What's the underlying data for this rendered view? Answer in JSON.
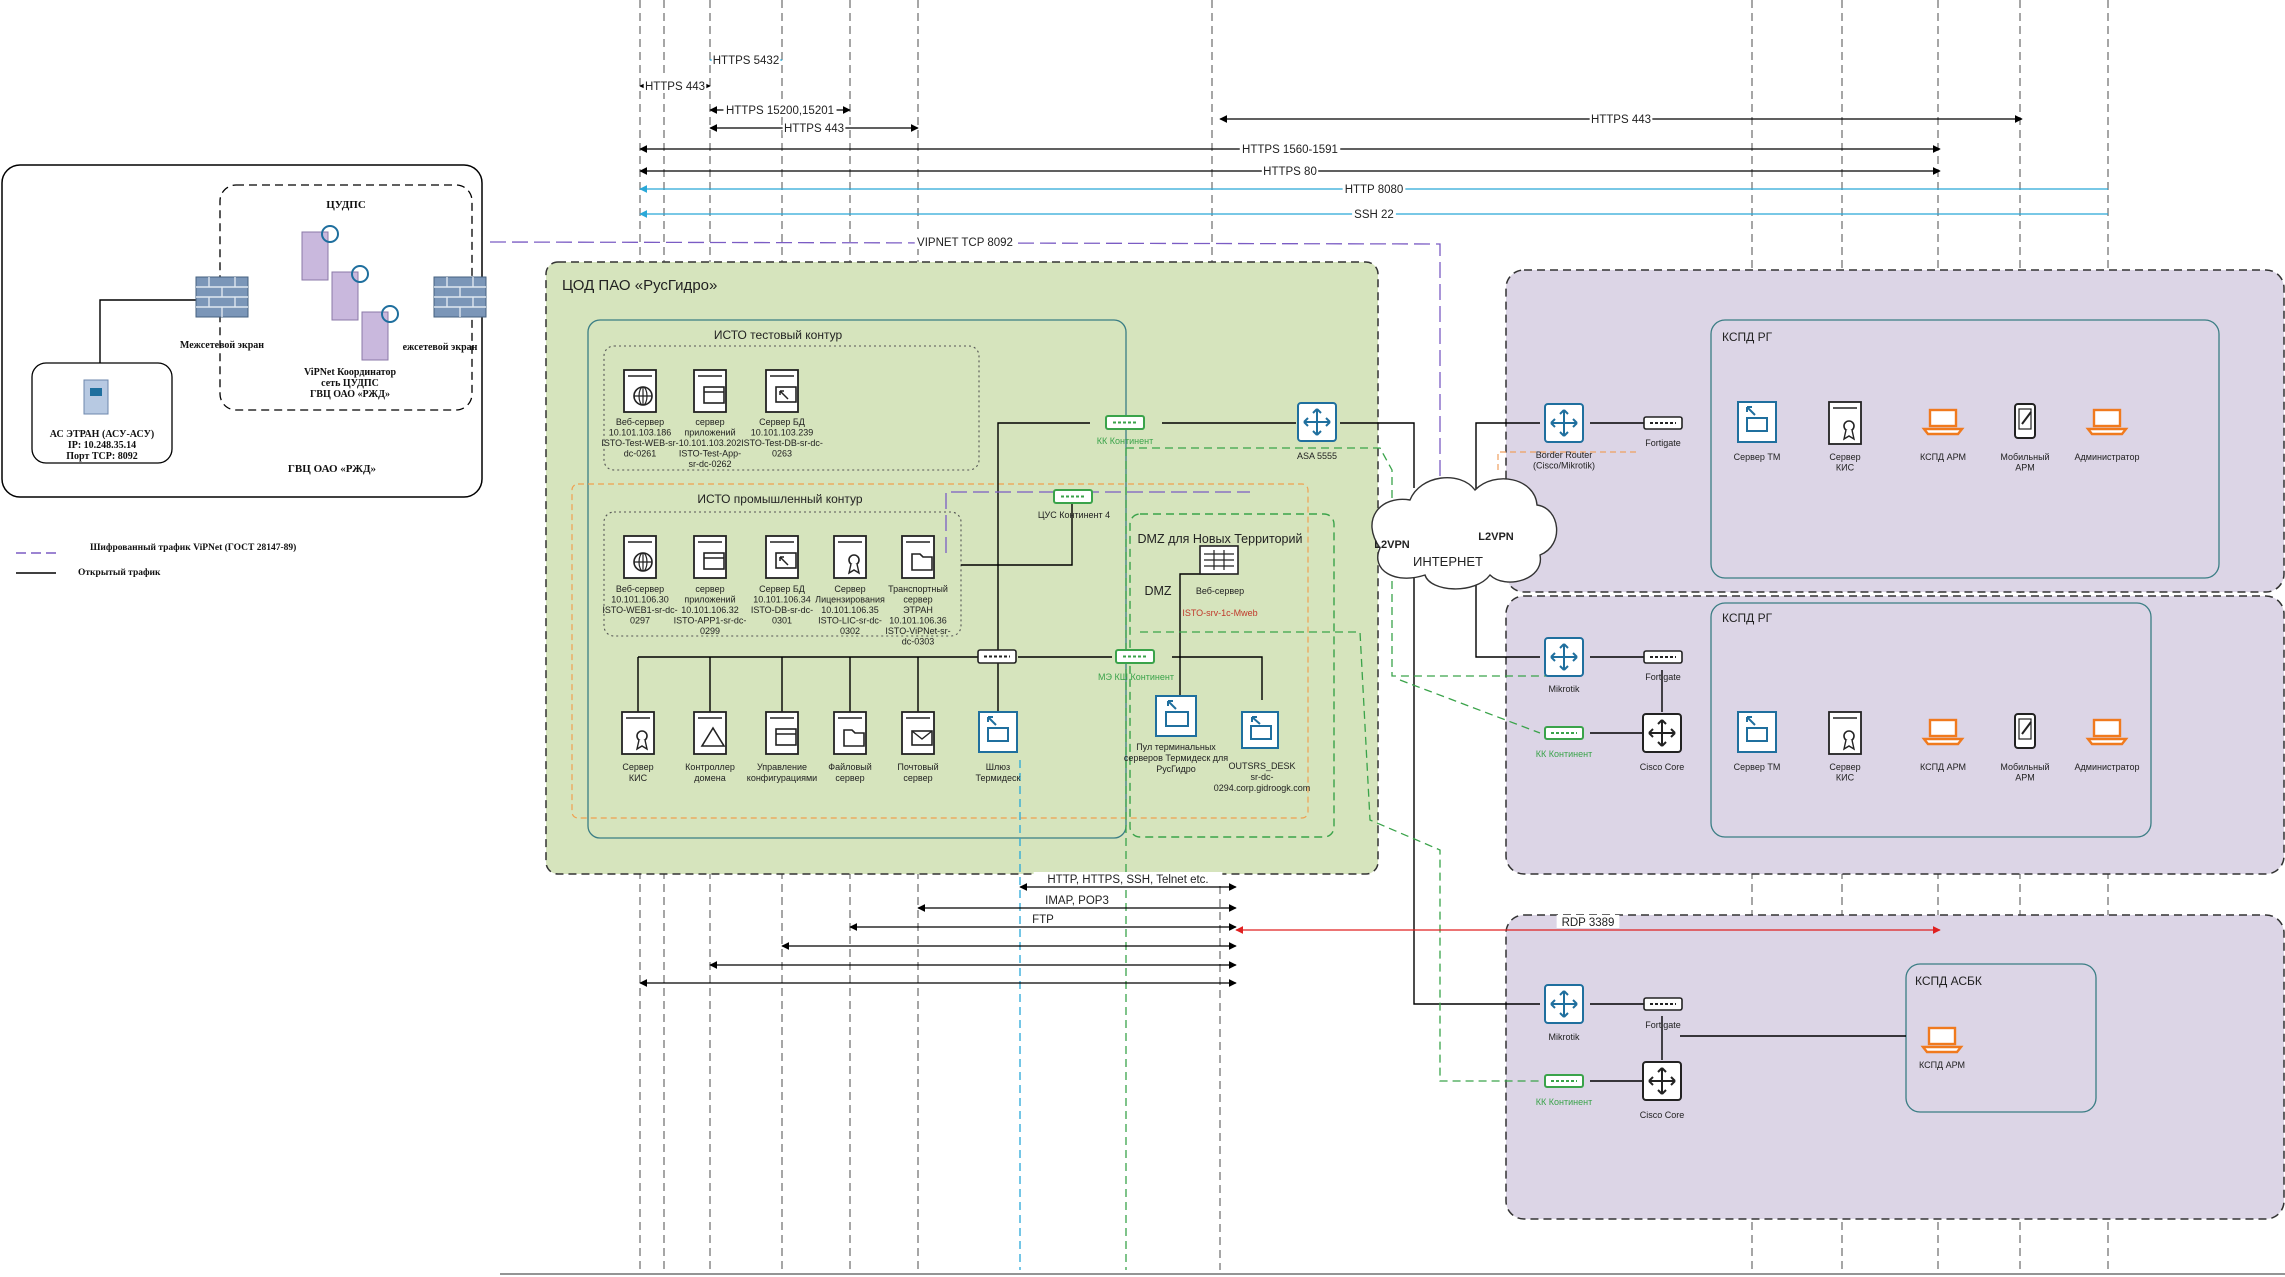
{
  "flows": [
    {
      "label": "HTTPS 5432",
      "color": "#29a8d8",
      "arrows": "both"
    },
    {
      "label": "HTTPS 443",
      "color": "#000000",
      "arrows": "both"
    },
    {
      "label": "HTTPS 15200,15201",
      "color": "#000000",
      "arrows": "both"
    },
    {
      "label": "HTTPS 443",
      "color": "#000000",
      "arrows": "both"
    },
    {
      "label": "HTTPS 443",
      "color": "#000000",
      "arrows": "both"
    },
    {
      "label": "HTTPS 1560-1591",
      "color": "#000000",
      "arrows": "both"
    },
    {
      "label": "HTTPS 80",
      "color": "#000000",
      "arrows": "both"
    },
    {
      "label": "HTTP 8080",
      "color": "#29a8d8",
      "arrows": "left"
    },
    {
      "label": "SSH 22",
      "color": "#29a8d8",
      "arrows": "left"
    },
    {
      "label": "VIPNET TCP 8092",
      "color": "#7b5cc4",
      "arrows": "none"
    }
  ],
  "bottom_flows": [
    {
      "label": "HTTP, HTTPS, SSH, Telnet etc."
    },
    {
      "label": "IMAP, POP3"
    },
    {
      "label": "FTP"
    },
    {
      "label": ""
    },
    {
      "label": ""
    },
    {
      "label": "RDP  3389",
      "color": "#e02020"
    }
  ],
  "rzd": {
    "region": "ГВЦ ОАО «РЖД»",
    "cudps": "ЦУДПС",
    "fw_left": "Межсетевой экран",
    "fw_right": "ежсетевой экран",
    "coord": "ViPNet Координатор\nсеть ЦУДПС\nГВЦ ОАО «РЖД»",
    "asu": "АС ЭТРАН (АСУ-АСУ)\nIP: 10.248.35.14\nПорт TCP: 8092"
  },
  "legend": {
    "encrypted": "Шифрованный трафик ViPNet (ГОСТ 28147-89)",
    "open": "Открытый трафик"
  },
  "cod": {
    "title": "ЦОД ПАО «РусГидро»",
    "test": "ИСТО тестовый контур",
    "prod": "ИСТО промышленный контур",
    "dmz": "DMZ для Новых Территорий",
    "dmz_label": "DMZ",
    "kk": "КК Континент",
    "cus": "ЦУС Континент 4",
    "me": "МЭ КШ Континент",
    "asa": "ASA 5555",
    "test_servers": [
      {
        "label": "Веб-сервер\n10.101.103.186\nISTO-Test-WEB-sr-\ndc-0261",
        "icon": "globe"
      },
      {
        "label": "сервер\nприложений\n10.101.103.202\nISTO-Test-App-\nsr-dc-0262",
        "icon": "app"
      },
      {
        "label": "Сервер БД\n10.101.103.239\nISTO-Test-DB-sr-dc-\n0263",
        "icon": "db"
      }
    ],
    "prod_servers": [
      {
        "label": "Веб-сервер\n10.101.106.30\nISTO-WEB1-sr-dc-\n0297",
        "icon": "globe"
      },
      {
        "label": "сервер\nприложений\n10.101.106.32\nISTO-APP1-sr-dc-\n0299",
        "icon": "app"
      },
      {
        "label": "Сервер БД\n10.101.106.34\nISTO-DB-sr-dc-\n0301",
        "icon": "db"
      },
      {
        "label": "Сервер\nЛицензирования\n10.101.106.35\nISTO-LIC-sr-dc-\n0302",
        "icon": "lic"
      },
      {
        "label": "Транспортный\nсервер\nЭТРАН\n10.101.106.36\nISTO-ViPNet-sr-\ndc-0303",
        "icon": "folder"
      }
    ],
    "infra": [
      {
        "label": "Сервер\nКИС",
        "icon": "lic"
      },
      {
        "label": "Контроллер\nдомена",
        "icon": "triangle"
      },
      {
        "label": "Управление\nконфигурациями",
        "icon": "app"
      },
      {
        "label": "Файловый\nсервер",
        "icon": "folder"
      },
      {
        "label": "Почтовый\nсервер",
        "icon": "mail"
      },
      {
        "label": "Шлюз\nТермидеск",
        "icon": "gateway"
      }
    ],
    "dmz_web": "Веб-сервер",
    "dmz_web_name": "ISTO-srv-1c-Mweb",
    "term_pool": "Пул терминальных\nсерверов Термидеск для\nРусГидро",
    "outsrs": "OUTSRS_DESK\nsr-dc-\n0294.corp.gidroogk.com"
  },
  "internet": {
    "label": "ИНТЕРНЕТ",
    "l2vpn_left": "L2VPN",
    "l2vpn_right": "L2VPN"
  },
  "kspd1": {
    "title": "КСПД РГ",
    "router": "Border Router\n(Cisco/Mikrotik)",
    "fortigate": "Fortigate",
    "items": [
      {
        "label": "Сервер ТМ",
        "icon": "monitor"
      },
      {
        "label": "Сервер\nКИС",
        "icon": "lic"
      },
      {
        "label": "КСПД АРМ",
        "icon": "laptop"
      },
      {
        "label": "Мобильный\nАРМ",
        "icon": "phone"
      },
      {
        "label": "Администратор",
        "icon": "laptop"
      }
    ]
  },
  "kspd2": {
    "title": "КСПД РГ",
    "router": "Mikrotik",
    "fortigate": "Fortigate",
    "kk": "КК Континент",
    "core": "Cisco Core",
    "items": [
      {
        "label": "Сервер ТМ",
        "icon": "monitor"
      },
      {
        "label": "Сервер\nКИС",
        "icon": "lic"
      },
      {
        "label": "КСПД АРМ",
        "icon": "laptop"
      },
      {
        "label": "Мобильный\nАРМ",
        "icon": "phone"
      },
      {
        "label": "Администратор",
        "icon": "laptop"
      }
    ]
  },
  "kspd3": {
    "title": "КСПД АСБК",
    "router": "Mikrotik",
    "fortigate": "Fortigate",
    "kk": "КК Континент",
    "core": "Cisco Core",
    "arm": "КСПД АРМ"
  },
  "colors": {
    "cod_bg": "#d6e4bd",
    "kspd_bg": "#dcd5e6",
    "device_blue": "#1f6f9e",
    "laptop_orange": "#f07a1e",
    "green_device": "#3aa34a",
    "blue_flow": "#29a8d8",
    "vipnet": "#7b5cc4"
  }
}
